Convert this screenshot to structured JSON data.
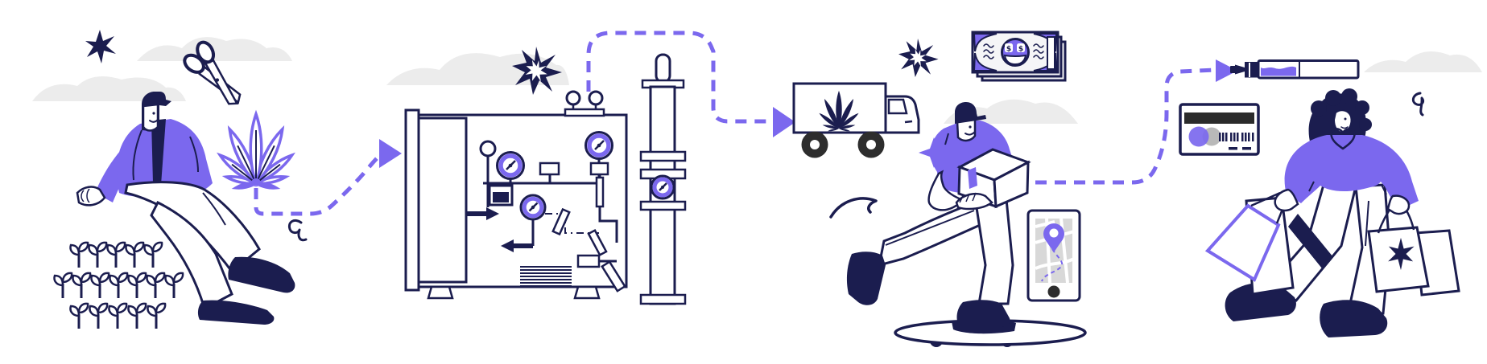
{
  "colors": {
    "accent": "#7b68ee",
    "ink": "#1b1d4f",
    "cloud": "#ececec",
    "paper": "#f5f5f7",
    "map": "#d8d8d8",
    "wheel": "#2d2d2d",
    "card_stripe": "#2b2b2b",
    "card_gray": "#b9b9b9"
  },
  "money": {
    "eye_symbol_left": "$",
    "eye_symbol_right": "$"
  },
  "flow": {
    "direction": "left-to-right",
    "arrow_style": "dashed",
    "arrow_count": 3
  },
  "seedlings": {
    "rows": [
      5,
      7,
      5
    ]
  },
  "stages": [
    {
      "name": "cultivation",
      "icons": [
        "farmer",
        "scissors-icon",
        "cannabis-leaf-icon",
        "seedlings",
        "sparkle-icon",
        "clouds"
      ]
    },
    {
      "name": "extraction",
      "icons": [
        "extraction-machine",
        "pressure-gauge-icon",
        "distillation-column",
        "starburst-icon"
      ]
    },
    {
      "name": "distribution",
      "icons": [
        "delivery-truck",
        "cannabis-leaf-icon",
        "starburst-icon"
      ]
    },
    {
      "name": "delivery",
      "icons": [
        "delivery-person",
        "package-box",
        "skateboard",
        "phone-map",
        "location-pin-icon",
        "money-bill-icon"
      ]
    },
    {
      "name": "purchase",
      "icons": [
        "credit-card-icon",
        "vape-pen-icon",
        "shopper",
        "shopping-bag-icon",
        "starburst-icon",
        "clouds"
      ]
    }
  ]
}
